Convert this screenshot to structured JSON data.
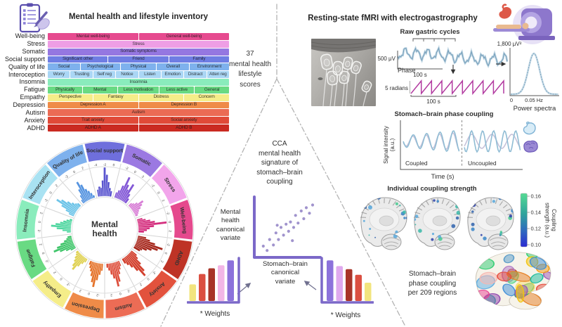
{
  "inventory": {
    "title": "Mental health and lifestyle inventory",
    "icon": "clipboard-checklist-icon",
    "rows": [
      {
        "label": "Well-being",
        "color": "#E64A8F",
        "cells": [
          {
            "t": "Mental well-being",
            "w": 1
          },
          {
            "t": "General well-being",
            "w": 1
          }
        ]
      },
      {
        "label": "Stress",
        "color": "#EE9EE5",
        "cells": [
          {
            "t": "Stress",
            "w": 1
          }
        ]
      },
      {
        "label": "Somatic",
        "color": "#9577E1",
        "cells": [
          {
            "t": "Somatic symptoms",
            "w": 1
          }
        ]
      },
      {
        "label": "Social support",
        "color": "#6F7DE3",
        "cells": [
          {
            "t": "Significant other",
            "w": 1
          },
          {
            "t": "Friend",
            "w": 1
          },
          {
            "t": "Family",
            "w": 1
          }
        ]
      },
      {
        "label": "Quality of life",
        "color": "#7EB1ED",
        "cells": [
          {
            "t": "Social",
            "w": 0.9
          },
          {
            "t": "Psychological",
            "w": 1.1
          },
          {
            "t": "Physical",
            "w": 1
          },
          {
            "t": "Overall",
            "w": 0.9
          },
          {
            "t": "Environment",
            "w": 1.1
          }
        ]
      },
      {
        "label": "Interoception",
        "color": "#AAD6F5",
        "cells": [
          {
            "t": "Worry",
            "w": 1
          },
          {
            "t": "Trusting",
            "w": 1
          },
          {
            "t": "Self reg",
            "w": 1
          },
          {
            "t": "Notice",
            "w": 1
          },
          {
            "t": "Listen",
            "w": 1
          },
          {
            "t": "Emotion",
            "w": 1
          },
          {
            "t": "Distract",
            "w": 1
          },
          {
            "t": "Atten reg",
            "w": 1
          }
        ]
      },
      {
        "label": "Insomnia",
        "color": "#8AECBC",
        "cells": [
          {
            "t": "Insomnia",
            "w": 1
          }
        ]
      },
      {
        "label": "Fatigue",
        "color": "#69DA83",
        "cells": [
          {
            "t": "Physically",
            "w": 1
          },
          {
            "t": "Mental",
            "w": 1
          },
          {
            "t": "Less motivation",
            "w": 1.2
          },
          {
            "t": "Less active",
            "w": 1
          },
          {
            "t": "General",
            "w": 1
          }
        ]
      },
      {
        "label": "Empathy",
        "color": "#F5ED89",
        "cells": [
          {
            "t": "Perspective",
            "w": 1
          },
          {
            "t": "Fantasy",
            "w": 1
          },
          {
            "t": "Distress",
            "w": 1
          },
          {
            "t": "Concern",
            "w": 1
          }
        ]
      },
      {
        "label": "Depression",
        "color": "#EF8B48",
        "cells": [
          {
            "t": "Depression A",
            "w": 1
          },
          {
            "t": "Depression B",
            "w": 1
          }
        ]
      },
      {
        "label": "Autism",
        "color": "#EB6B54",
        "cells": [
          {
            "t": "Autism",
            "w": 1
          }
        ]
      },
      {
        "label": "Anxiety",
        "color": "#E04A38",
        "cells": [
          {
            "t": "Trait anxiety",
            "w": 1
          },
          {
            "t": "Social anxiety",
            "w": 1
          }
        ]
      },
      {
        "label": "ADHD",
        "color": "#CA2A21",
        "cells": [
          {
            "t": "ADHD A",
            "w": 1
          },
          {
            "t": "ADHD B",
            "w": 1
          }
        ]
      }
    ]
  },
  "funnel": {
    "text": "37\nmental health\nlifestyle\nscores"
  },
  "fmri": {
    "title": "Resting-state fMRI with electrogastrography"
  },
  "egg": {
    "title": "Raw gastric cycles",
    "y_scale": "500 μV",
    "x_scale_1": "100 s",
    "phase_label": "Phase",
    "phase_scale": "5 radians",
    "x_scale_2": "100 s",
    "peak_label": "1,800 μV²",
    "tick_zero": "0",
    "tick_peak": "0.05 Hz",
    "spectrum_label": "Power spectra"
  },
  "coupling": {
    "title": "Stomach–brain phase coupling",
    "ylabel_line1": "Signal intensity",
    "ylabel_line2": "(a.u.)",
    "coupled": "Coupled",
    "uncoupled": "Uncoupled",
    "xlabel": "Time (s)"
  },
  "individual": {
    "title": "Individual coupling strength",
    "cbar_ticks": [
      "0.16",
      "0.14",
      "0.12",
      "0.10"
    ],
    "cbar_label_line1": "Coupling",
    "cbar_label_line2": "strength (a.u.)",
    "cbar_colors": [
      "#55DB93",
      "#2FA49C",
      "#2F69BE",
      "#2B2BD2"
    ]
  },
  "regions": {
    "text": "Stomach–brain\nphase coupling\nper 209 regions",
    "palette": [
      "#e84393",
      "#9b59b6",
      "#3f8fd8",
      "#2ecc71",
      "#f1c40f",
      "#e67e22",
      "#1abc9c",
      "#e74c3c",
      "#8e44ad",
      "#27ae60",
      "#f39c12",
      "#c0392b",
      "#5dade2",
      "#af7ac5",
      "#58d68d",
      "#f5b7b1",
      "#5499c7",
      "#f7dc6f"
    ]
  },
  "cca": {
    "text": "CCA\nmental health\nsignature of\nstomach–brain\ncoupling"
  },
  "variates": {
    "mental_health": "Mental\nhealth\ncanonical\nvariate",
    "stomach_brain": "Stomach–brain\ncanonical\nvariate"
  },
  "chart_data": {
    "rose": {
      "type": "bar",
      "subtype": "polar-histogram",
      "center_label": "Mental\nhealth",
      "estimated": true,
      "segments": [
        {
          "label": "Social support",
          "ring": "#6F6FDC",
          "bar": "#5A55CF",
          "ticks": [
            "-4",
            "-2",
            "0"
          ],
          "values": [
            0.25,
            0.35,
            0.3,
            0.55,
            1.0,
            0.75,
            0.5,
            0.3,
            0.2
          ]
        },
        {
          "label": "Somatic",
          "ring": "#9B79E2",
          "bar": "#8257D6",
          "ticks": [
            "-2",
            "0",
            "2"
          ],
          "values": [
            0.2,
            0.3,
            0.5,
            0.85,
            0.6,
            0.45,
            0.7,
            0.35,
            0.2
          ]
        },
        {
          "label": "Stress",
          "ring": "#F2A5EB",
          "bar": "#D87FD6",
          "ticks": [
            "-2",
            "0",
            "2"
          ],
          "values": [
            0.15,
            0.2,
            0.3,
            0.5,
            0.4,
            0.3,
            0.2,
            0.15,
            0.1
          ]
        },
        {
          "label": "Well-being",
          "ring": "#E5498D",
          "bar": "#D42E7E",
          "ticks": [
            "-2",
            "0",
            "2"
          ],
          "values": [
            0.2,
            0.3,
            0.45,
            0.6,
            1.0,
            0.55,
            0.4,
            0.3,
            0.2
          ]
        },
        {
          "label": "ADHD",
          "ring": "#BE3326",
          "bar": "#A6271C",
          "ticks": [
            "-2",
            "0",
            "2"
          ],
          "values": [
            0.3,
            0.45,
            0.65,
            0.95,
            0.8,
            0.6,
            0.45,
            0.3,
            0.25
          ]
        },
        {
          "label": "Anxiety",
          "ring": "#E2523D",
          "bar": "#D23F2D",
          "ticks": [
            "-2",
            "0",
            "2"
          ],
          "values": [
            0.25,
            0.35,
            0.55,
            0.8,
            0.95,
            0.65,
            0.45,
            0.3,
            0.2
          ]
        },
        {
          "label": "Autism",
          "ring": "#EC6C55",
          "bar": "#DD4F3C",
          "ticks": [
            "-2",
            "0",
            "2"
          ],
          "values": [
            0.2,
            0.3,
            0.45,
            0.7,
            0.85,
            0.55,
            0.4,
            0.25,
            0.15
          ]
        },
        {
          "label": "Depression",
          "ring": "#EF8B48",
          "bar": "#E5732A",
          "ticks": [
            "-2",
            "0",
            "2"
          ],
          "values": [
            0.25,
            0.4,
            0.6,
            0.85,
            0.7,
            0.5,
            0.35,
            0.25,
            0.15
          ]
        },
        {
          "label": "Empathy",
          "ring": "#F5ED89",
          "bar": "#E0D254",
          "ticks": [
            "-2",
            "0",
            "2"
          ],
          "values": [
            0.15,
            0.25,
            0.4,
            0.6,
            0.5,
            0.35,
            0.25,
            0.15,
            0.1
          ]
        },
        {
          "label": "Fatigue",
          "ring": "#69DA83",
          "bar": "#3FC56A",
          "ticks": [
            "-2",
            "0",
            "2"
          ],
          "values": [
            0.2,
            0.35,
            0.55,
            0.75,
            0.6,
            0.45,
            0.3,
            0.2,
            0.15
          ]
        },
        {
          "label": "Insomnia",
          "ring": "#8AECBC",
          "bar": "#4FD6A0",
          "ticks": [
            "-2",
            "0",
            "2"
          ],
          "values": [
            0.15,
            0.3,
            0.5,
            0.7,
            0.55,
            0.4,
            0.3,
            0.2,
            0.1
          ]
        },
        {
          "label": "Interoception",
          "ring": "#A9E2F2",
          "bar": "#6EC4E8",
          "ticks": [
            "-2",
            "0",
            "2"
          ],
          "values": [
            0.2,
            0.35,
            0.55,
            0.8,
            0.65,
            0.45,
            0.3,
            0.2,
            0.15
          ]
        },
        {
          "label": "Quality of life",
          "ring": "#7EB1ED",
          "bar": "#5694E0",
          "ticks": [
            "-2",
            "0",
            "2"
          ],
          "values": [
            0.15,
            0.3,
            0.5,
            0.75,
            0.6,
            0.4,
            0.3,
            0.2,
            0.1
          ]
        }
      ]
    },
    "weights_left": {
      "type": "bar",
      "label": "* Weights",
      "axis_side": "right",
      "estimated": true,
      "bars": [
        {
          "color": "#F2E47E",
          "v": 0.38
        },
        {
          "color": "#DB4F41",
          "v": 0.62
        },
        {
          "color": "#A83428",
          "v": 0.75
        },
        {
          "color": "#F2B6E6",
          "v": 0.82
        },
        {
          "color": "#8C72DB",
          "v": 0.93
        }
      ]
    },
    "weights_right": {
      "type": "bar",
      "label": "* Weights",
      "axis_side": "left",
      "estimated": true,
      "bars": [
        {
          "color": "#8C72DB",
          "v": 0.93
        },
        {
          "color": "#DFA9EE",
          "v": 0.8
        },
        {
          "color": "#A83428",
          "v": 0.73
        },
        {
          "color": "#DB4F41",
          "v": 0.6
        },
        {
          "color": "#F2E47E",
          "v": 0.42
        }
      ]
    },
    "cca_scatter": {
      "type": "scatter",
      "xlabel": "Stomach–brain canonical variate",
      "ylabel": "Mental health canonical variate",
      "estimated": true,
      "points": [
        [
          0.12,
          0.18
        ],
        [
          0.18,
          0.1
        ],
        [
          0.22,
          0.3
        ],
        [
          0.28,
          0.2
        ],
        [
          0.32,
          0.42
        ],
        [
          0.36,
          0.3
        ],
        [
          0.4,
          0.52
        ],
        [
          0.44,
          0.38
        ],
        [
          0.48,
          0.58
        ],
        [
          0.52,
          0.45
        ],
        [
          0.55,
          0.62
        ],
        [
          0.6,
          0.52
        ],
        [
          0.63,
          0.74
        ],
        [
          0.67,
          0.6
        ],
        [
          0.72,
          0.82
        ],
        [
          0.76,
          0.68
        ],
        [
          0.8,
          0.88
        ],
        [
          0.85,
          0.78
        ],
        [
          0.34,
          0.56
        ],
        [
          0.58,
          0.28
        ],
        [
          0.9,
          0.93
        ]
      ]
    },
    "gastric_signal": {
      "type": "line",
      "name": "Raw gastric cycles",
      "y_scale": "500 μV",
      "x_scale": "100 s"
    },
    "phase_signal": {
      "type": "line",
      "subtype": "sawtooth",
      "name": "Phase",
      "y_scale": "5 radians",
      "x_scale": "100 s"
    },
    "power_spectrum": {
      "type": "line",
      "peak_x_hz": 0.05,
      "peak_label": "1,800 μV²",
      "xticks": [
        "0",
        "0.05 Hz"
      ],
      "title": "Power spectra"
    },
    "coupling_strength_map": {
      "type": "heatmap",
      "colorbar_min": 0.1,
      "colorbar_max": 0.16,
      "colorbar_ticks": [
        0.16,
        0.14,
        0.12,
        0.1
      ],
      "colorbar_label": "Coupling strength (a.u.)"
    }
  }
}
